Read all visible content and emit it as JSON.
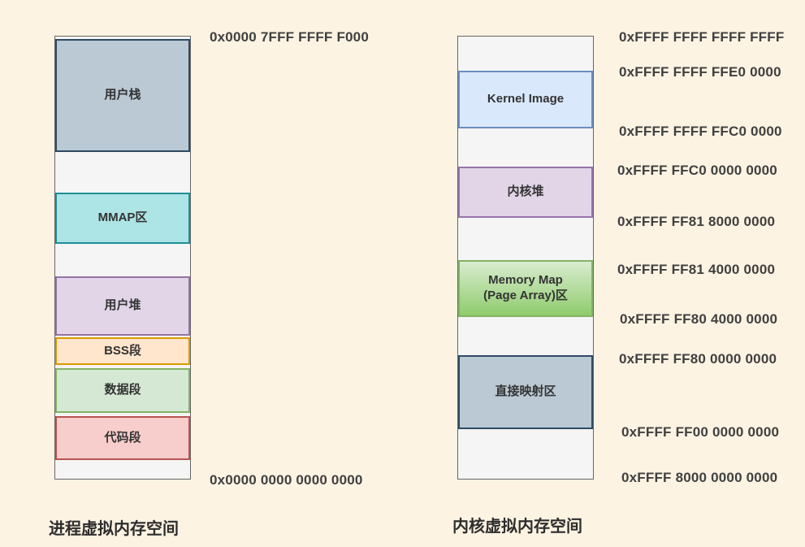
{
  "background_color": "#fdf3e3",
  "left_diagram": {
    "title": "进程虚拟内存空间",
    "top_address": "0x0000 7FFF FFFF F000",
    "bottom_address": "0x0000 0000 0000 0000",
    "segments": [
      {
        "label": "用户栈",
        "fill": "#bac9d4",
        "border": "#2e4a63"
      },
      {
        "label": "MMAP区",
        "fill": "#ade4e6",
        "border": "#1f8e96"
      },
      {
        "label": "用户堆",
        "fill": "#e1d5e7",
        "border": "#9673a6"
      },
      {
        "label": "BSS段",
        "fill": "#ffe6cc",
        "border": "#d79b00"
      },
      {
        "label": "数据段",
        "fill": "#d5e8d4",
        "border": "#82b366"
      },
      {
        "label": "代码段",
        "fill": "#f8cecc",
        "border": "#b85450"
      }
    ]
  },
  "right_diagram": {
    "title": "内核虚拟内存空间",
    "segments": [
      {
        "label": "Kernel Image",
        "fill": "#dae8fc",
        "border": "#6c8ebf"
      },
      {
        "label": "内核堆",
        "fill": "#e1d5e7",
        "border": "#9673a6"
      },
      {
        "label": "Memory Map\n(Page Array)区",
        "fill": "gradient #d9ecd0 → #8fcc6c",
        "border": "#82b366"
      },
      {
        "label": "直接映射区",
        "fill": "#bac9d4",
        "border": "#2e4a63"
      }
    ],
    "addresses": [
      "0xFFFF FFFF FFFF FFFF",
      "0xFFFF FFFF FFE0 0000",
      "0xFFFF FFFF FFC0 0000",
      "0xFFFF FFC0 0000 0000",
      "0xFFFF FF81 8000 0000",
      "0xFFFF FF81 4000 0000",
      "0xFFFF FF80 4000 0000",
      "0xFFFF FF80 0000 0000",
      "0xFFFF FF00 0000 0000",
      "0xFFFF 8000 0000 0000"
    ]
  },
  "shared_colors": {
    "gap_fill": "#f5f5f5",
    "gap_border": "#666666",
    "address_text": "#404040",
    "label_text": "#333333"
  }
}
